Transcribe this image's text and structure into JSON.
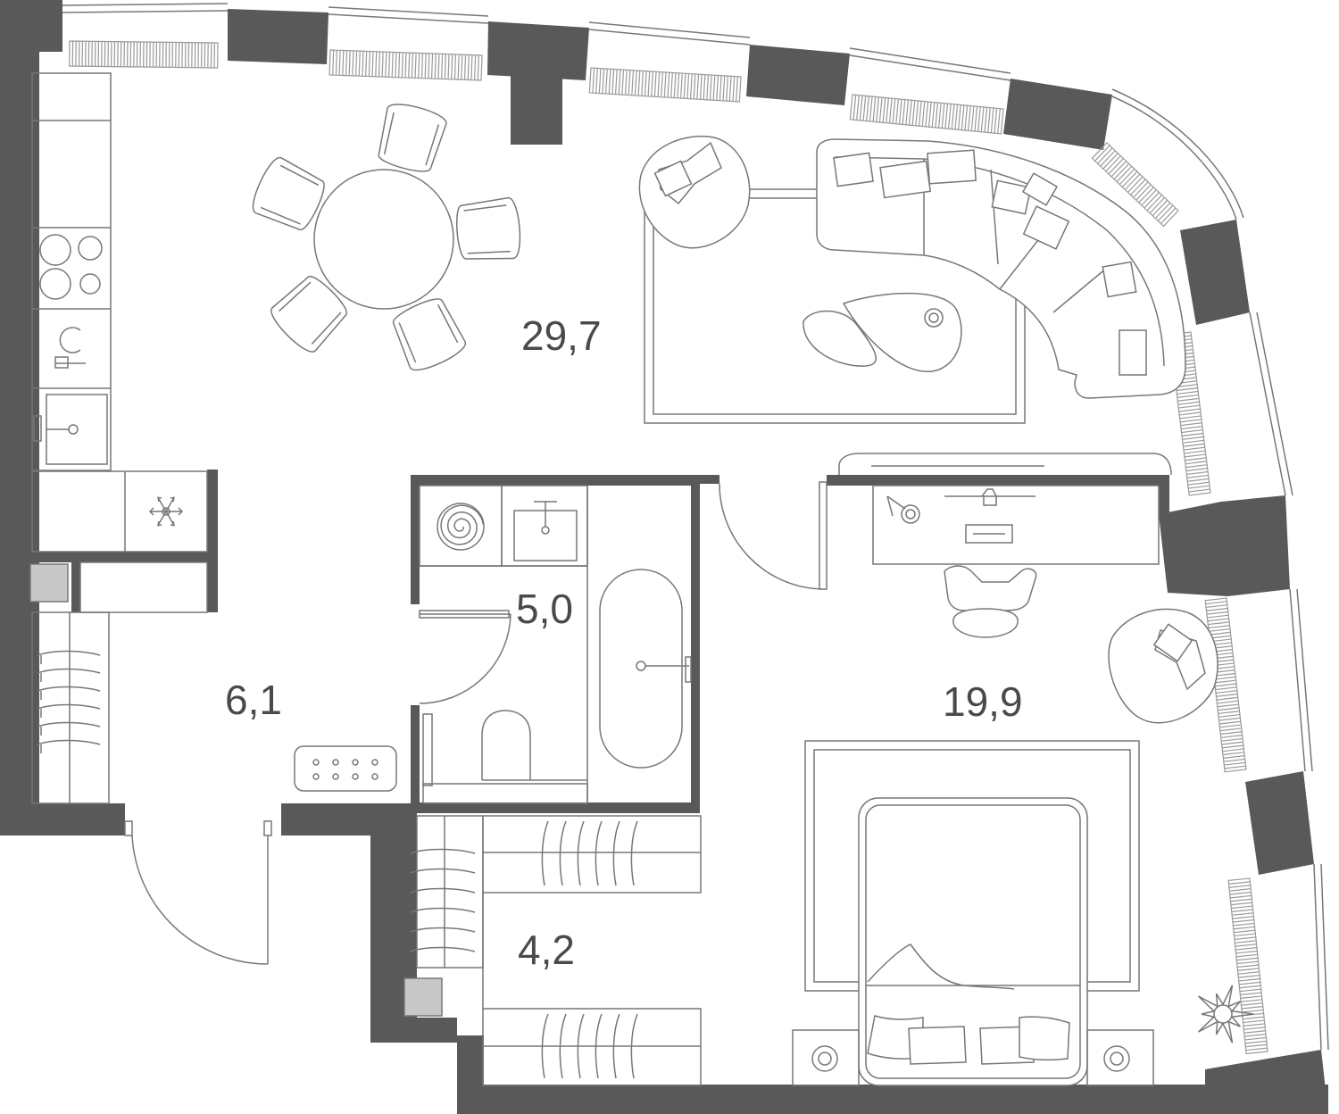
{
  "plan": {
    "wall_color": "#595959",
    "line_color": "#777777",
    "rooms": [
      {
        "id": "living",
        "area": "29,7"
      },
      {
        "id": "hall",
        "area": "6,1"
      },
      {
        "id": "bathroom",
        "area": "5,0"
      },
      {
        "id": "bedroom",
        "area": "19,9"
      },
      {
        "id": "wardrobe",
        "area": "4,2"
      }
    ],
    "icons": [
      "snowflake-icon",
      "hob-icon",
      "kitchen-sink-icon",
      "washing-machine-icon",
      "bath-tub-icon",
      "toilet-icon",
      "bed-icon",
      "sofa-icon",
      "armchair-icon",
      "dining-table-icon",
      "desk-icon",
      "plant-icon",
      "radiator-icon"
    ]
  }
}
